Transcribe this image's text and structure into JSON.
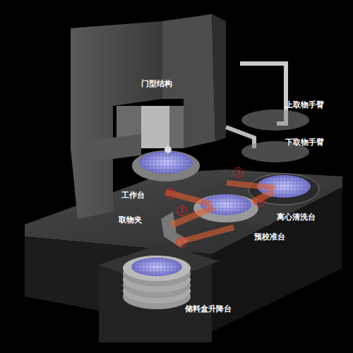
{
  "diagram": {
    "labels": [
      "门型结构",
      "上取物手臂",
      "下取物手臂",
      "工作台",
      "取物夹",
      "离心清洗台",
      "预校准台",
      "储料盒升降台",
      "1",
      "2",
      "3",
      "4",
      "5"
    ]
  }
}
